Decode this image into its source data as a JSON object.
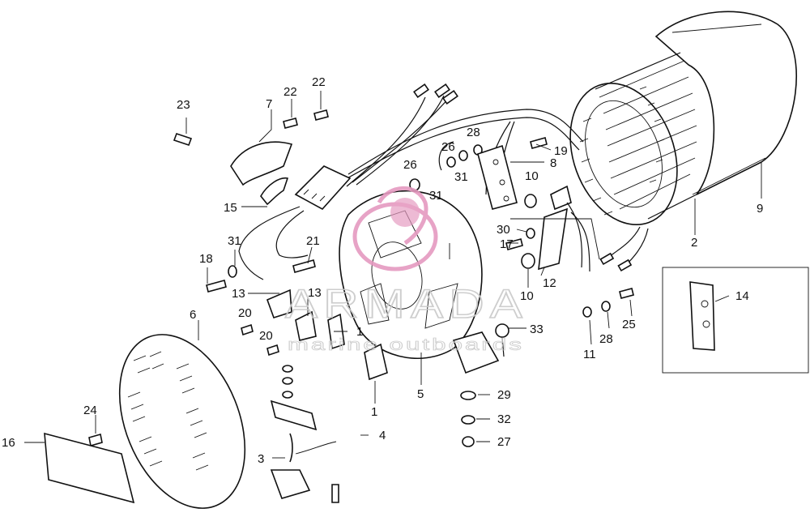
{
  "diagram": {
    "type": "exploded-parts-diagram",
    "watermark": {
      "brand": "ARMADA",
      "tagline": "marine outboards",
      "logo_color": "#e59ac0"
    },
    "callouts": {
      "c1a": "1",
      "c1b": "1",
      "c2": "2",
      "c3": "3",
      "c4": "4",
      "c5": "5",
      "c6": "6",
      "c7": "7",
      "c8": "8",
      "c9": "9",
      "c10a": "10",
      "c10b": "10",
      "c11": "11",
      "c12": "12",
      "c13a": "13",
      "c13b": "13",
      "c14": "14",
      "c15": "15",
      "c16": "16",
      "c17": "17",
      "c18": "18",
      "c19": "19",
      "c20a": "20",
      "c20b": "20",
      "c21": "21",
      "c22a": "22",
      "c22b": "22",
      "c23": "23",
      "c24": "24",
      "c25": "25",
      "c26a": "26",
      "c26b": "26",
      "c27": "27",
      "c28a": "28",
      "c28b": "28",
      "c29": "29",
      "c30": "30",
      "c31a": "31",
      "c31b": "31",
      "c31c": "31",
      "c32": "32",
      "c33": "33"
    }
  }
}
